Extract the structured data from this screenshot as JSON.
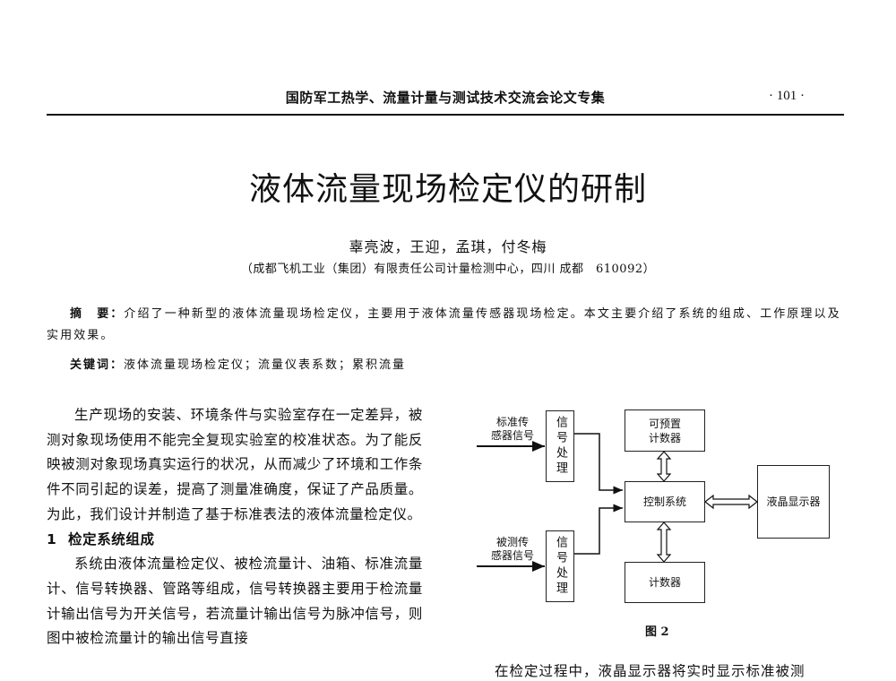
{
  "header": {
    "running_title": "国防军工热学、流量计量与测试技术交流会论文专集",
    "page_number": "· 101 ·"
  },
  "article": {
    "title": "液体流量现场检定仪的研制",
    "authors": "辜亮波，王迎，孟琪，付冬梅",
    "affiliation": "（成都飞机工业（集团）有限责任公司计量检测中心，四川 成都　610092）",
    "abstract_label": "摘　要：",
    "abstract_text": "介绍了一种新型的液体流量现场检定仪，主要用于液体流量传感器现场检定。本文主要介绍了系统的组成、工作原理以及实用效果。",
    "keywords_label": "关键词：",
    "keywords_text": "液体流量现场检定仪；流量仪表系数；累积流量"
  },
  "left_column": {
    "intro_paragraph": "生产现场的安装、环境条件与实验室存在一定差异，被测对象现场使用不能完全复现实验室的校准状态。为了能反映被测对象现场真实运行的状况，从而减少了环境和工作条件不同引起的误差，提高了测量准确度，保证了产品质量。为此，我们设计并制造了基于标准表法的液体流量检定仪。",
    "section_number": "1",
    "section_title": "检定系统组成",
    "section_paragraph": "系统由液体流量检定仪、被检流量计、油箱、标准流量计、信号转换器、管路等组成，信号转换器主要用于检流量计输出信号为开关信号，若流量计输出信号为脉冲信号，则图中被检流量计的输出信号直接"
  },
  "diagram": {
    "input_standard": "标准传感器信号",
    "input_standard_lines": [
      "标准传",
      "感器信号"
    ],
    "input_tested_lines": [
      "被测传",
      "感器信号"
    ],
    "signal_processing": "信号处理",
    "presettable_counter_lines": [
      "可预置",
      "计数器"
    ],
    "control_system": "控制系统",
    "counter": "计数器",
    "lcd_display": "液晶显示器",
    "caption": "图 2"
  },
  "right_column": {
    "last_line": "在检定过程中，液晶显示器将实时显示标准被测"
  }
}
